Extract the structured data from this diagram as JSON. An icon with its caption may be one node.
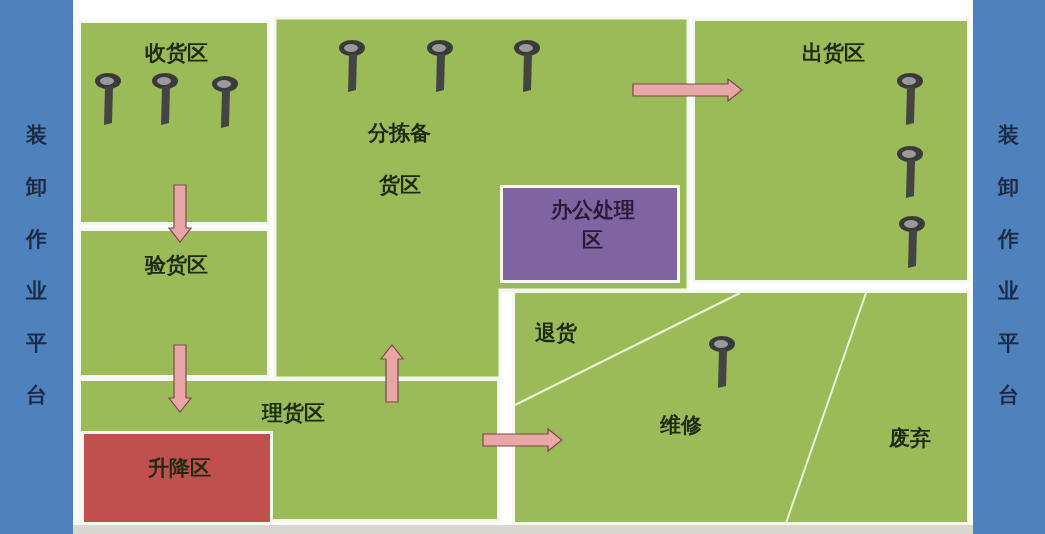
{
  "diagram": {
    "nodes": [
      {
        "text": [
          "装卸作业平台"
        ]
      },
      {
        "text": [
          "收货区"
        ]
      },
      {
        "text": [
          "验货区"
        ]
      },
      {
        "text": [
          "分拣备货区"
        ]
      },
      {
        "text": [
          "办公处理区"
        ],
        "in": 3
      },
      {
        "text": [
          "出货区"
        ]
      },
      {
        "text": [
          "理货区"
        ]
      },
      {
        "text": [
          "升降区"
        ],
        "in": 6
      },
      {
        "text": [
          "退货",
          "维修",
          "废弃"
        ]
      },
      {
        "text": [
          "装卸作业平台"
        ]
      }
    ],
    "edges": [
      {
        "from": 1,
        "to": 2,
        "arrow": "to"
      },
      {
        "from": 2,
        "to": 6,
        "arrow": "to"
      },
      {
        "from": 6,
        "to": 3,
        "arrow": "to"
      },
      {
        "from": 3,
        "to": 5,
        "arrow": "to"
      },
      {
        "from": 6,
        "to": 8,
        "arrow": "to"
      }
    ]
  }
}
